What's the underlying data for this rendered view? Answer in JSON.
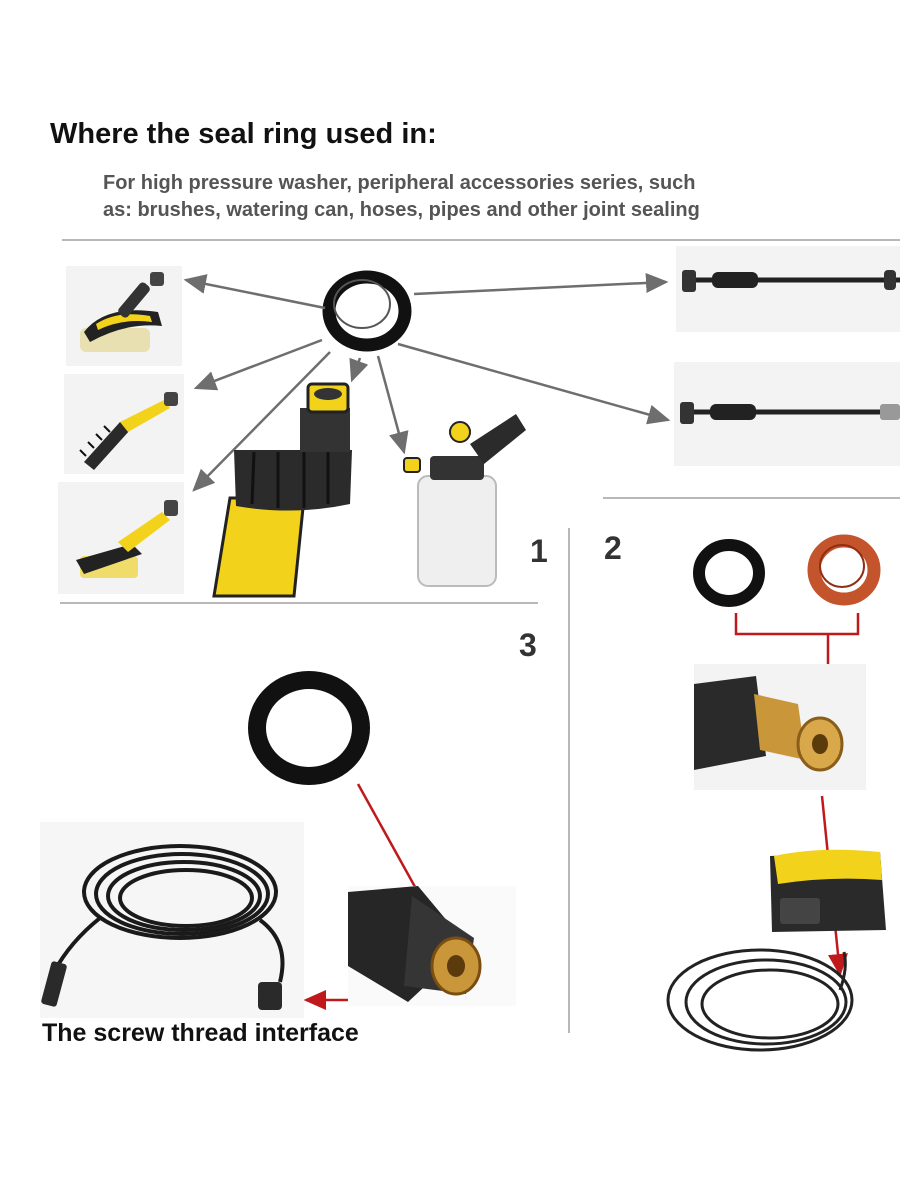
{
  "header": {
    "title": "Where the seal ring used in:",
    "subtitle_line1": "For high pressure washer, peripheral accessories series, such",
    "subtitle_line2": "as: brushes, watering can, hoses, pipes and other joint sealing"
  },
  "sections": {
    "one": "1",
    "two": "2",
    "three": "3"
  },
  "caption": "The screw thread interface",
  "icons": [
    "seal-ring-icon",
    "wash-brush-icon",
    "hose-coupling-icon",
    "foam-bottle-icon",
    "spray-lance-icon",
    "brass-connector-icon",
    "coiled-hose-icon",
    "pressure-washer-icon"
  ],
  "colors": {
    "accent_yellow": "#f2d21b",
    "arrow_gray": "#6e6e6e",
    "arrow_red": "#c0191c",
    "red_seal": "#c4542c",
    "black_seal": "#111111",
    "brass": "#c9963a"
  }
}
